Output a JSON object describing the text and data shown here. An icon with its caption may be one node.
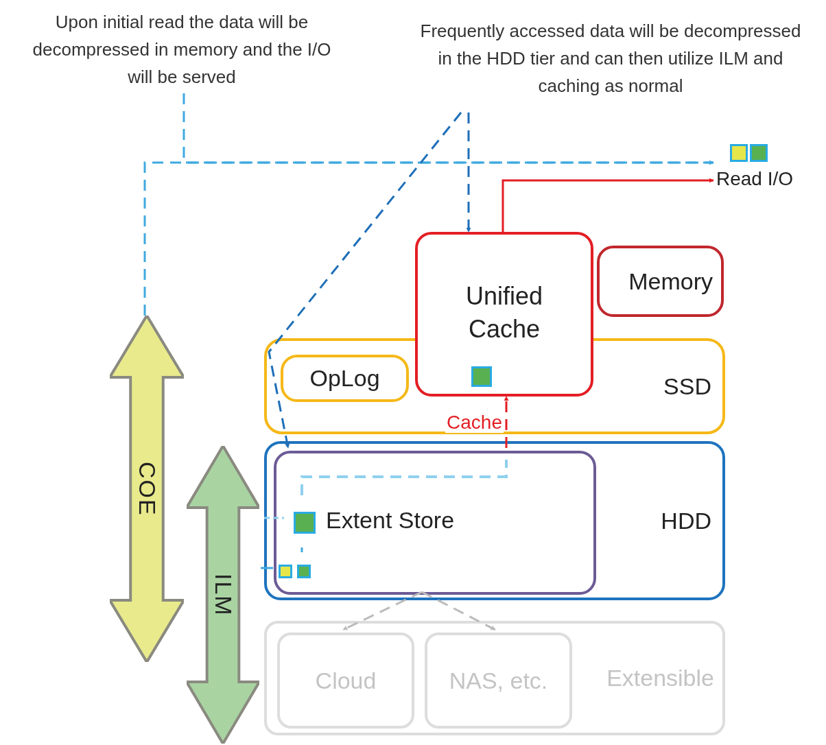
{
  "diagram": {
    "nodes": [
      {
        "text": [
          "Upon initial read the data will be decompressed in memory and the I/O will be served"
        ]
      },
      {
        "text": [
          "Frequently accessed data will be decompressed in the HDD tier and can then utilize ILM and caching as normal"
        ]
      },
      {
        "text": [
          "Memory"
        ]
      },
      {
        "text": [
          "SSD"
        ]
      },
      {
        "text": [
          "OpLog"
        ],
        "in": 3
      },
      {
        "text": [
          "Unified Cache"
        ]
      },
      {
        "text": [
          "HDD"
        ]
      },
      {
        "text": [
          "Extent Store"
        ],
        "in": 6
      },
      {
        "text": [
          "Extensible"
        ]
      },
      {
        "text": [
          "Cloud"
        ],
        "in": 8
      },
      {
        "text": [
          "NAS, etc."
        ],
        "in": 8
      },
      {
        "text": [
          "Read I/O"
        ]
      },
      {
        "text": [
          "COE"
        ]
      },
      {
        "text": [
          "ILM"
        ]
      }
    ],
    "edges": [
      {
        "from": 0,
        "to": 11,
        "arrow": "to",
        "style": "dashed"
      },
      {
        "from": 12,
        "to": 11,
        "arrow": "to",
        "style": "dashed"
      },
      {
        "from": 1,
        "to": 5,
        "arrow": "to",
        "style": "dashed",
        "color": "#1e6fb8"
      },
      {
        "from": 1,
        "to": 7,
        "arrow": "to",
        "style": "dashed",
        "color": "#1e6fb8"
      },
      {
        "from": 5,
        "to": 11,
        "arrow": "to",
        "color": "#e31e24"
      },
      {
        "from": 7,
        "to": 5,
        "arrow": "to",
        "label": "Cache",
        "style": "dashed",
        "color": "#e31e24"
      },
      {
        "from": 7,
        "to": 9,
        "arrow": "to",
        "style": "dashed",
        "color": "#bbbbbb"
      },
      {
        "from": 7,
        "to": 10,
        "arrow": "to",
        "style": "dashed",
        "color": "#bbbbbb"
      }
    ]
  }
}
